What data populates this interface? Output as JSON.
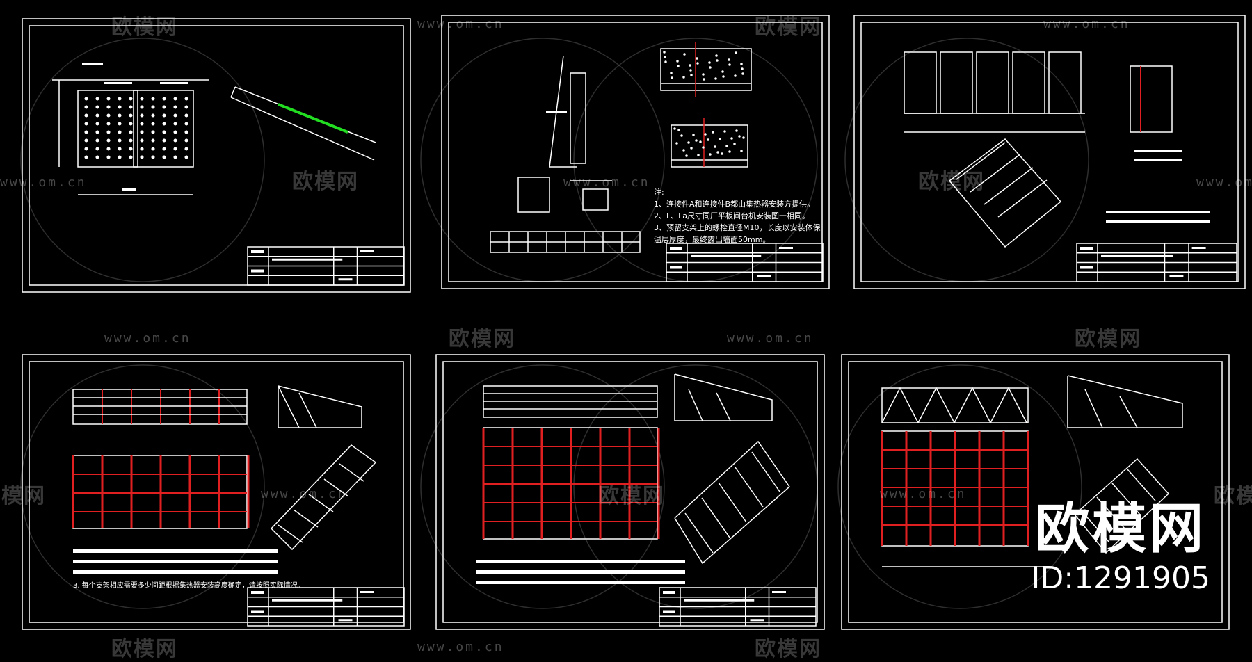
{
  "watermark": {
    "brand": "欧模网",
    "url": "www.om.cn"
  },
  "brand_stamp": {
    "name": "欧模网",
    "id_label": "ID:1291905"
  },
  "sheet2": {
    "notes_title": "注:",
    "note_1": "1、连接件A和连接件B都由集热器安装方提供。",
    "note_2": "2、L、La尺寸同厂平板间台机安装图一相同。",
    "note_3": "3、预留支架上的螺栓直径M10，长度以安装体保",
    "note_4": "温层厚度，最终露出墙面50mm。"
  },
  "sheet4": {
    "note": "3. 每个支架相应需要多少间距根据集热器安装高度确定，请按照实际情况。"
  },
  "colors": {
    "line": "#ffffff",
    "accent_red": "#e02020",
    "accent_green": "#22dd22",
    "background": "#000000"
  }
}
